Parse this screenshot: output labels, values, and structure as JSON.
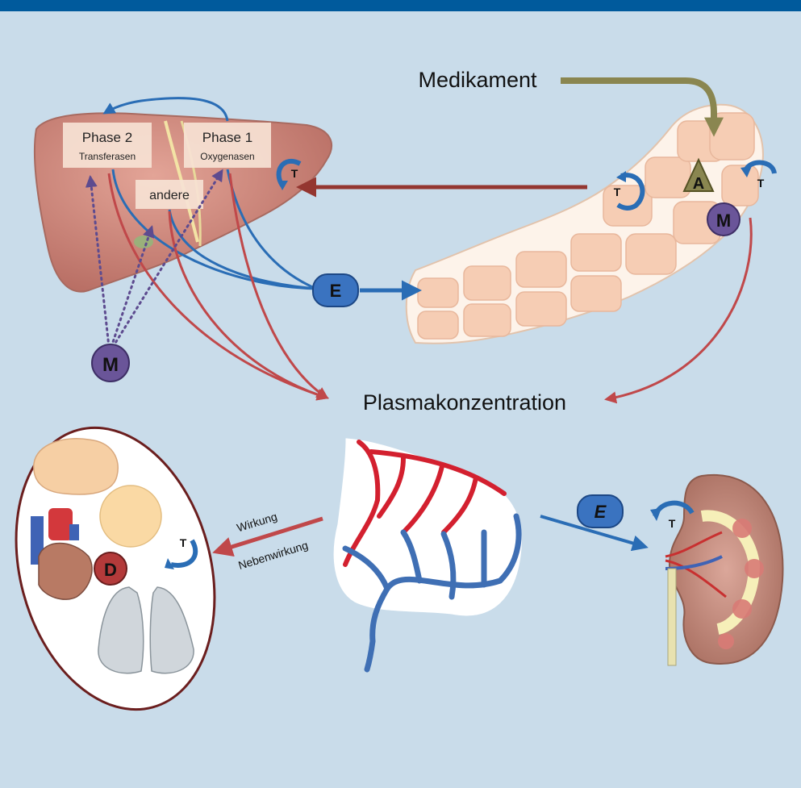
{
  "labels": {
    "medikament": "Medikament",
    "plasma": "Plasmakonzentration",
    "phase2_title": "Phase 2",
    "phase2_sub": "Transferasen",
    "phase1_title": "Phase 1",
    "phase1_sub": "Oxygenasen",
    "andere": "andere",
    "wirkung": "Wirkung",
    "nebenwirkung": "Nebenwirkung",
    "a": "A",
    "m": "M",
    "e": "E",
    "d": "D",
    "t": "T"
  },
  "colors": {
    "background": "#c9dcea",
    "top_bar": "#005a9c",
    "arrow_blue": "#2a6db5",
    "arrow_red": "#c0484a",
    "arrow_dark_red": "#943630",
    "arrow_olive": "#8a8650",
    "node_purple": "#6a5599",
    "node_blue": "#3a73c0",
    "node_red": "#b33a3a",
    "liver": "#c9837a",
    "intestine_fill": "#f6cdb4"
  }
}
